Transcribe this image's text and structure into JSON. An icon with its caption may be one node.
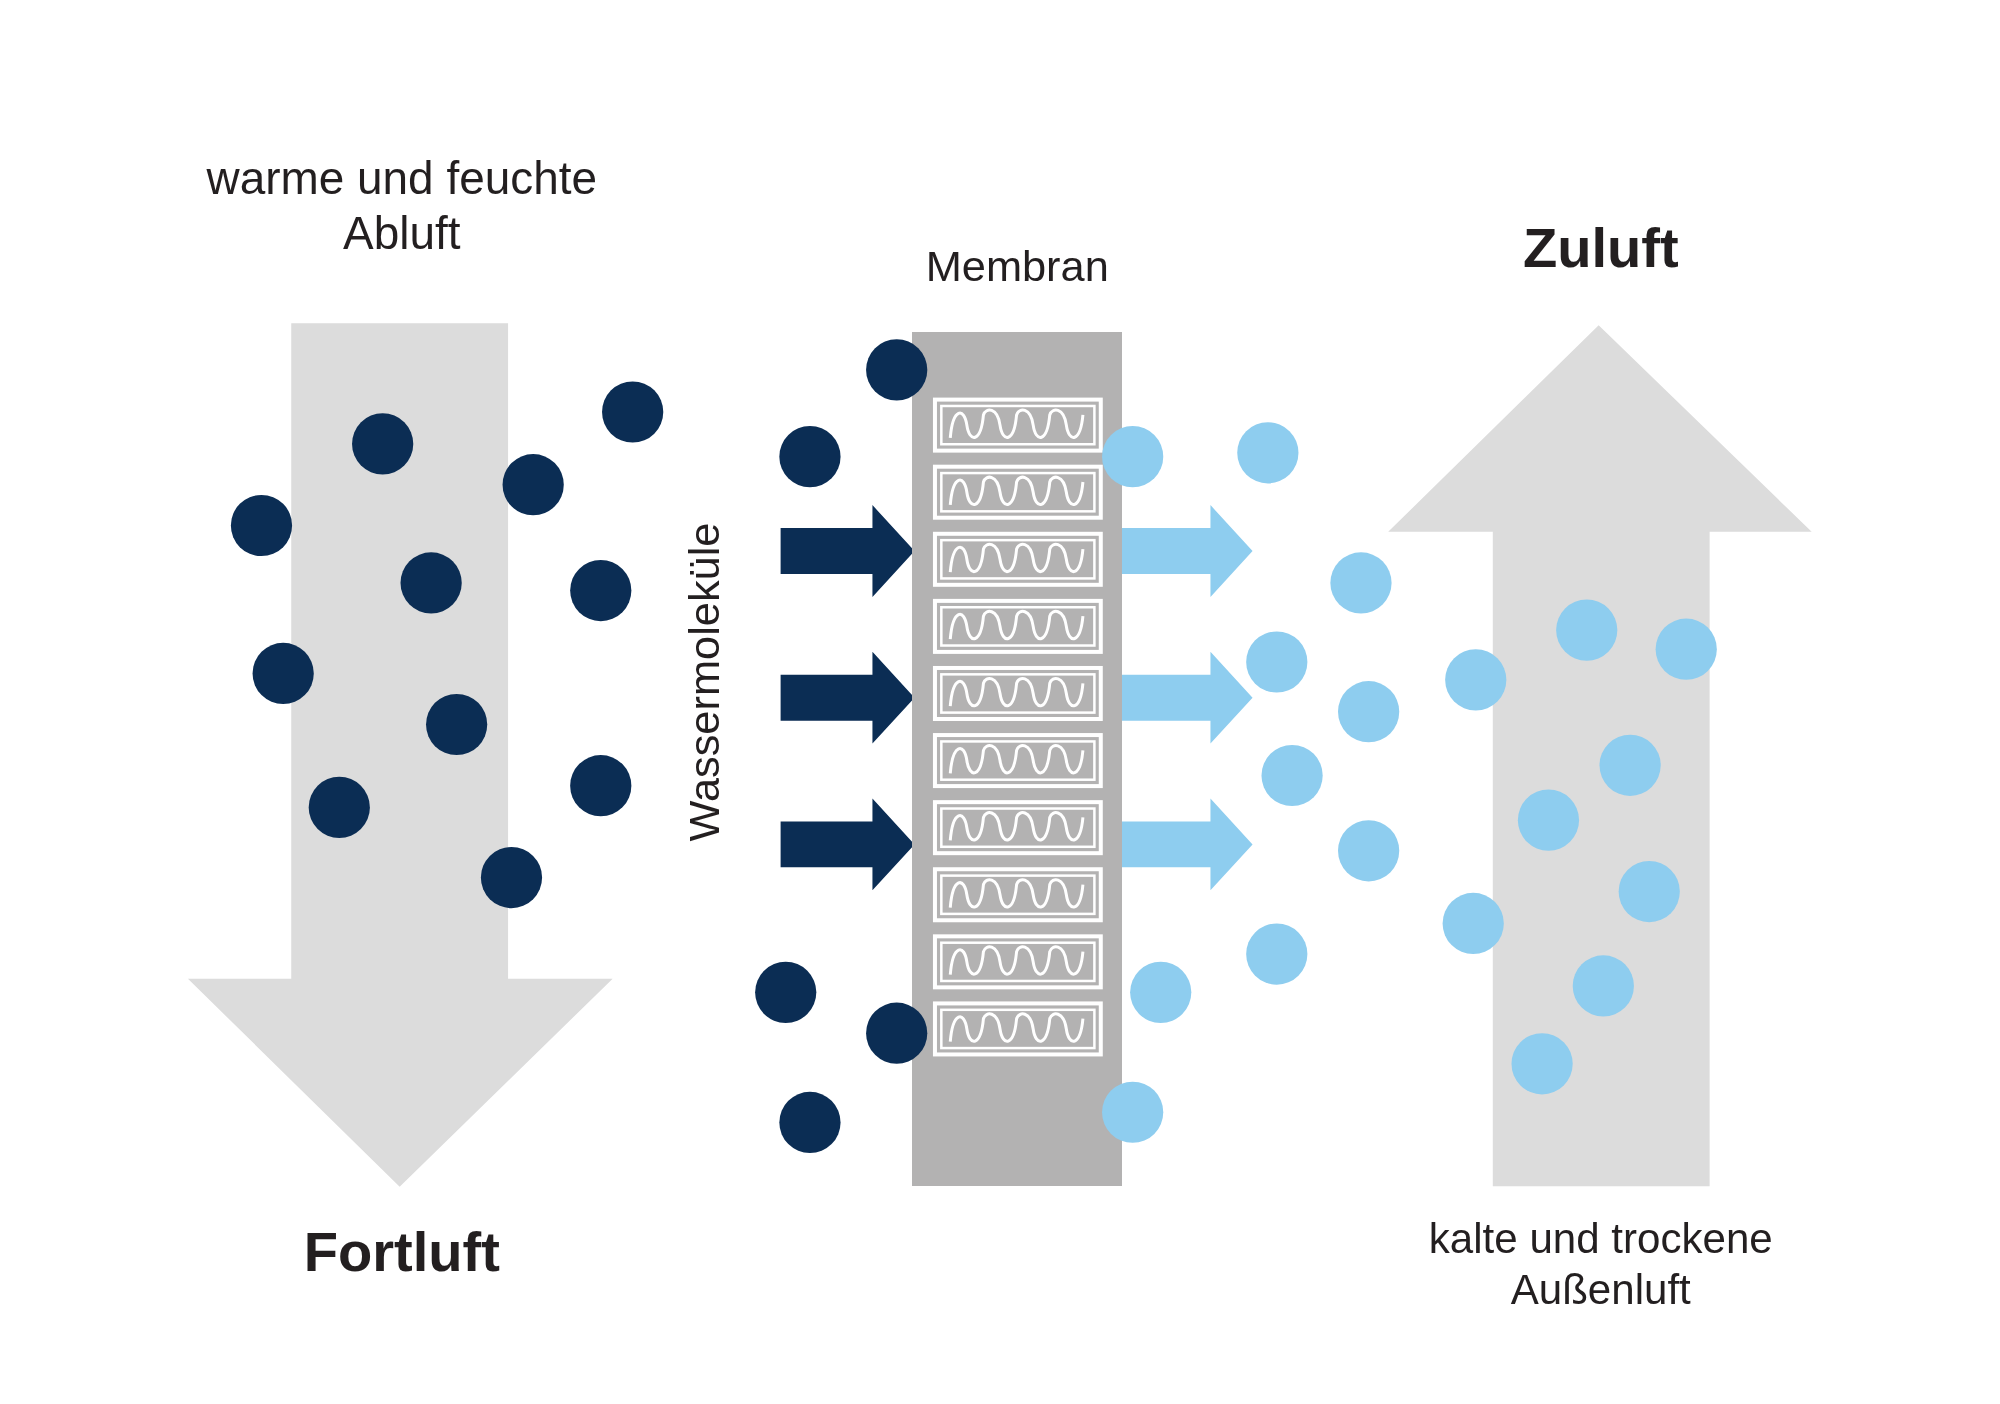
{
  "diagram": {
    "nodes": [
      {
        "text": [
          "warme und feuchte Abluft",
          "Fortluft"
        ]
      },
      {
        "text": [
          "Membran"
        ]
      },
      {
        "text": [
          "Zuluft",
          "kalte und trockene Außenluft"
        ]
      }
    ],
    "labels": [
      "Wassermoleküle"
    ]
  }
}
